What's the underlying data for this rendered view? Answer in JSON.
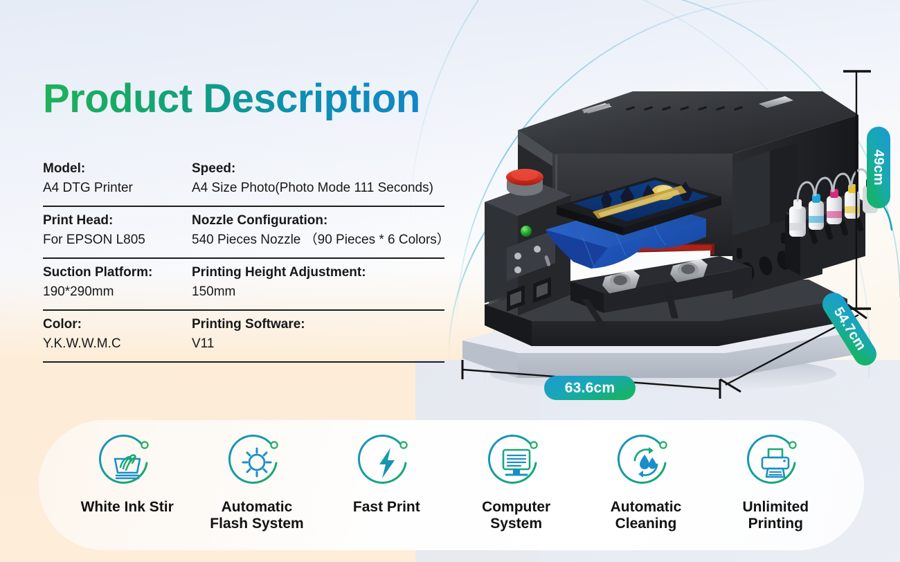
{
  "title": "Product Description",
  "specs": {
    "rows": [
      {
        "left_key": "Model:",
        "left_val": "A4 DTG Printer",
        "right_key": "Speed:",
        "right_val": "A4 Size Photo(Photo Mode 111 Seconds)"
      },
      {
        "left_key": "Print Head:",
        "left_val": "For EPSON L805",
        "right_key": "Nozzle Configuration:",
        "right_val": "540 Pieces Nozzle （90 Pieces * 6 Colors）"
      },
      {
        "left_key": "Suction Platform:",
        "left_val": "190*290mm",
        "right_key": "Printing Height Adjustment:",
        "right_val": "150mm"
      },
      {
        "left_key": "Color:",
        "left_val": "Y.K.W.W.M.C",
        "right_key": "Printing Software:",
        "right_val": "V11"
      }
    ]
  },
  "dimensions": {
    "width": "63.6cm",
    "depth": "54.7cm",
    "height": "49cm"
  },
  "features": [
    {
      "label": "White Ink Stir",
      "icon": "wash-basin-hand-icon"
    },
    {
      "label": "Automatic\nFlash System",
      "icon": "sun-flash-icon"
    },
    {
      "label": "Fast Print",
      "icon": "lightning-bolt-icon"
    },
    {
      "label": "Computer\nSystem",
      "icon": "desktop-monitor-icon"
    },
    {
      "label": "Automatic\nCleaning",
      "icon": "water-drops-recycle-icon"
    },
    {
      "label": "Unlimited\nPrinting",
      "icon": "printer-icon"
    }
  ],
  "colors": {
    "title_gradient_start": "#1fb259",
    "title_gradient_end": "#1187c6",
    "badge_gradient_start": "#1b9ad2",
    "badge_gradient_end": "#14b765",
    "icon_blue": "#1b8ec9",
    "icon_green": "#17ab६a",
    "text_dark": "#18181a",
    "warm_background": "#fdecd6",
    "cool_background": "#e4eaf6"
  }
}
